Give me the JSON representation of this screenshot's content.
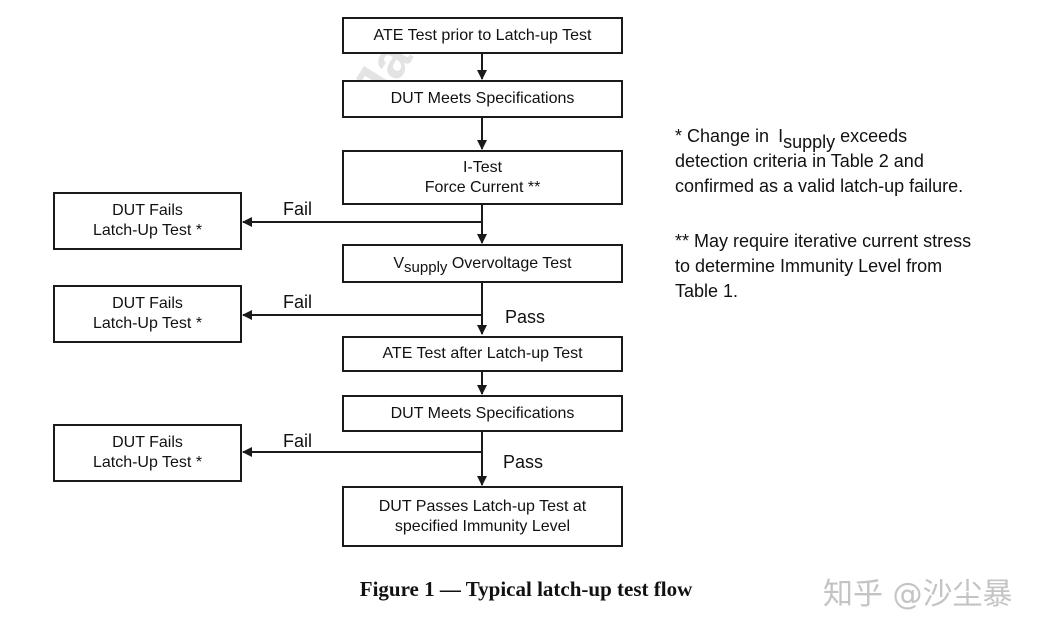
{
  "flow": {
    "ate_prior": "ATE Test prior to Latch-up Test",
    "meets_spec_1": "DUT Meets Specifications",
    "itest_line1": "I-Test",
    "itest_line2": "Force Current **",
    "vsupply_v": "V",
    "vsupply_sub": "supply",
    "vsupply_rest": " Overvoltage Test",
    "ate_after": "ATE Test after Latch-up Test",
    "meets_spec_2": "DUT Meets Specifications",
    "passes_line1": "DUT Passes Latch-up Test at",
    "passes_line2": "specified Immunity Level"
  },
  "fails": {
    "line1": "DUT Fails",
    "line2": "Latch-Up Test *"
  },
  "labels": {
    "fail": "Fail",
    "pass": "Pass"
  },
  "notes": {
    "note1_pre": "* Change in ",
    "note1_i": "I",
    "note1_sub": "supply",
    "note1_post": " exceeds",
    "note1_line2": "detection criteria in Table 2 and",
    "note1_line3": "confirmed as a valid latch-up failure.",
    "note2_line1": "** May require iterative current stress",
    "note2_line2": "to determine Immunity Level from",
    "note2_line3": "Table 1."
  },
  "caption": "Figure 1 — Typical latch-up test flow",
  "watermark": {
    "faint": "Jac",
    "brand": "知乎 @沙尘暴"
  },
  "colors": {
    "line": "#1a1a1a",
    "watermark": "#c4c4c4"
  }
}
